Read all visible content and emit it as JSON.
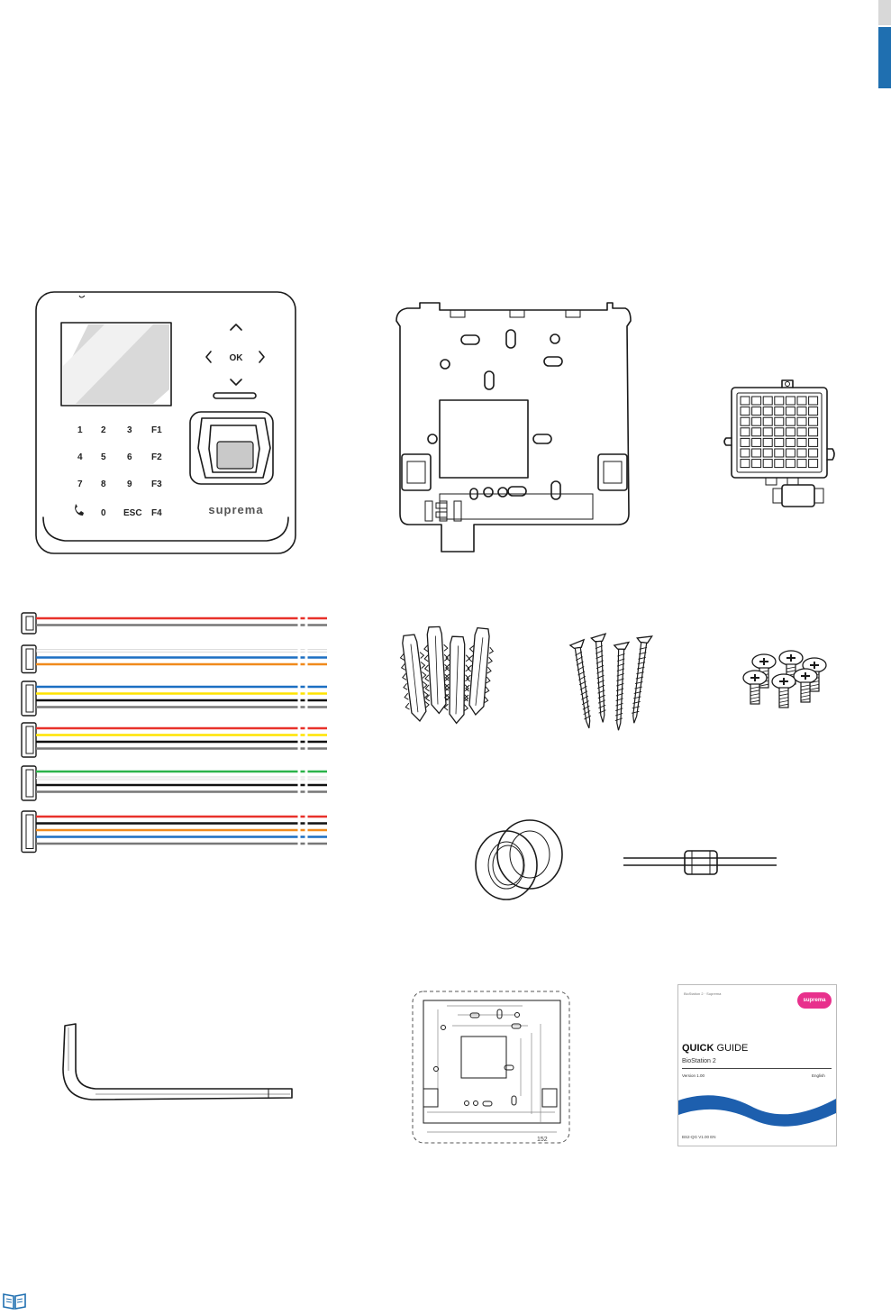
{
  "device": {
    "keys": {
      "nav_ok": "OK",
      "row1": [
        "1",
        "2",
        "3",
        "F1"
      ],
      "row2": [
        "4",
        "5",
        "6",
        "F2"
      ],
      "row3": [
        "7",
        "8",
        "9",
        "F3"
      ],
      "row4": [
        "0",
        "ESC",
        "F4"
      ]
    },
    "logo": "suprema"
  },
  "cables": {
    "colors": {
      "red": "#e8312a",
      "gray": "#777777",
      "white": "#f4f4f4",
      "blue": "#1b6fc2",
      "orange": "#f08a1c",
      "yellow": "#ffe400",
      "black": "#111111",
      "green": "#2bb34a"
    },
    "connectors": [
      [
        "red",
        "gray"
      ],
      [
        "white",
        "blue",
        "orange"
      ],
      [
        "blue",
        "yellow",
        "black",
        "gray"
      ],
      [
        "red",
        "yellow",
        "black",
        "gray"
      ],
      [
        "green",
        "white",
        "black",
        "gray"
      ],
      [
        "red",
        "black",
        "orange",
        "blue",
        "gray"
      ]
    ]
  },
  "quick_guide": {
    "top_line": "BioStation 2 · Suprema",
    "brand": "suprema",
    "title_bold": "QUICK",
    "title_rest": " GUIDE",
    "product": "BioStation 2",
    "version": "Version 1.00",
    "lang": "English",
    "footer": "BS2-QG V1.00 EN"
  },
  "template": {
    "dim_bottom": "152"
  },
  "accent_colors": {
    "tab_blue": "#1f6fb0",
    "tab_gray": "#d8d8d8",
    "qg_wave": "#1d5fae",
    "logo_pink": "#e8308c"
  }
}
